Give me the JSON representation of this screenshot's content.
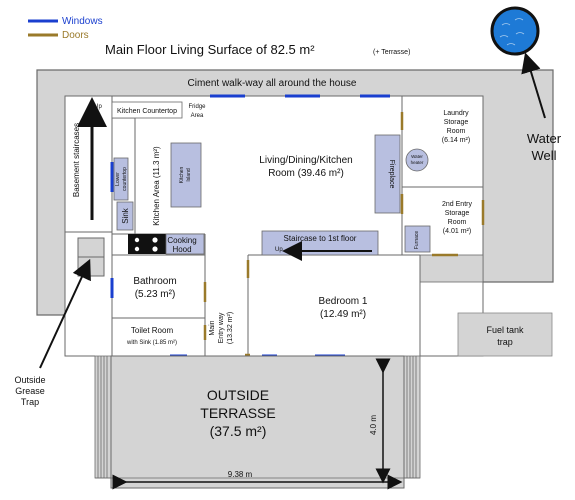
{
  "legend": {
    "windows_label": "Windows",
    "doors_label": "Doors",
    "window_color": "#1a3fcf",
    "door_color": "#9a7a2a"
  },
  "title": {
    "main": "Main Floor Living Surface of 82.5 m²",
    "suffix": "(+ Terrasse)"
  },
  "labels": {
    "walkway": "Ciment walk-way all around the house",
    "kitchen_countertop": "Kitchen Countertop",
    "fridge_line1": "Fridge",
    "fridge_line2": "Area",
    "up_basement": "Up",
    "basement_staircases": "Basement staircases",
    "kitchen_area": "Kitchen Area (11.3 m²)",
    "lower_countertop_line1": "Lower",
    "lower_countertop_line2": "countertop",
    "sink": "Sink",
    "kitchen_island_line1": "Kitchen",
    "kitchen_island_line2": "Island",
    "cooking_hood_line1": "Cooking",
    "cooking_hood_line2": "Hood",
    "living_line1": "Living/Dining/Kitchen",
    "living_line2": "Room (39.46 m²)",
    "fireplace": "Fireplace",
    "water_heater_line1": "Water",
    "water_heater_line2": "heater",
    "laundry_line1": "Laundry",
    "laundry_line2": "Storage",
    "laundry_line3": "Room",
    "laundry_line4": "(6.14 m²)",
    "storage2_line1": "2nd Entry",
    "storage2_line2": "Storage",
    "storage2_line3": "Room",
    "storage2_line4": "(4.01 m²)",
    "furnace": "Furnace",
    "staircase": "Staircase to 1st floor",
    "staircase_up": "Up",
    "bathroom_line1": "Bathroom",
    "bathroom_line2": "(5.23 m²)",
    "main_entry_line1": "Main",
    "main_entry_line2": "Entry way",
    "main_entry_line3": "(13.32 m²)",
    "bedroom_line1": "Bedroom 1",
    "bedroom_line2": "(12.49 m²)",
    "toilet_line1": "Toilet Room",
    "toilet_line2": "with Sink (1.85 m²)",
    "terrasse_line1": "OUTSIDE",
    "terrasse_line2": "TERRASSE",
    "terrasse_line3": "(37.5 m²)",
    "terrasse_width": "9.38 m",
    "terrasse_depth": "4.0 m",
    "grease_line1": "Outside",
    "grease_line2": "Grease",
    "grease_line3": "Trap",
    "water_line1": "Water",
    "water_line2": "Well",
    "fuel_line1": "Fuel tank",
    "fuel_line2": "trap"
  },
  "colors": {
    "walkway_fill": "#d4d4d4",
    "fixture_fill": "#b8bfe0",
    "wall": "#6a6a6a",
    "well_fill": "#1e7ad6"
  }
}
